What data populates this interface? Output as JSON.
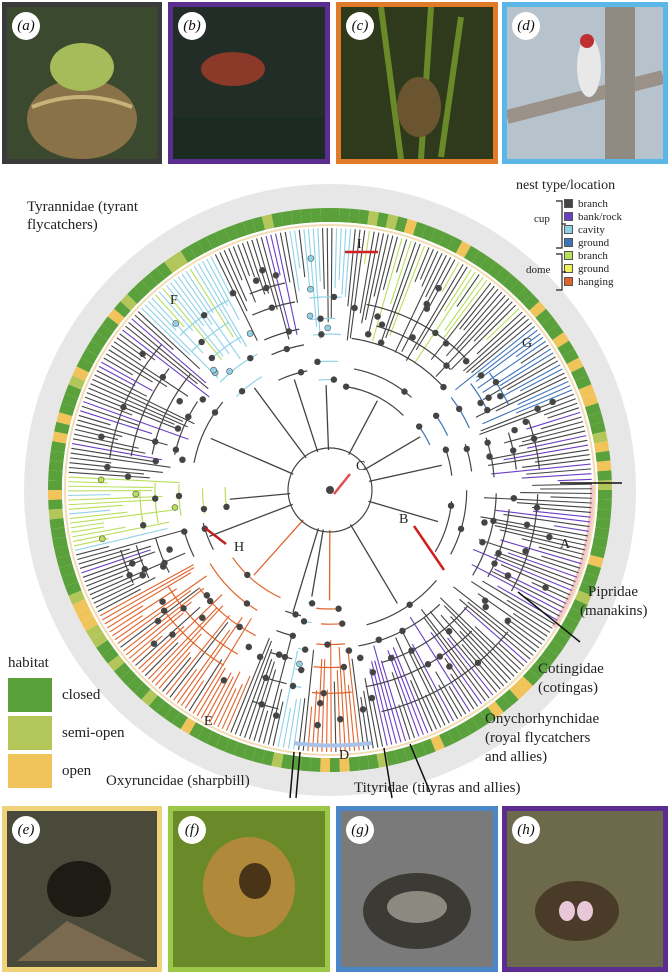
{
  "top_photos": [
    {
      "label": "(a)",
      "border": "#3a3a3a"
    },
    {
      "label": "(b)",
      "border": "#5b2d91"
    },
    {
      "label": "(c)",
      "border": "#e07b2a"
    },
    {
      "label": "(d)",
      "border": "#5ab7e8"
    }
  ],
  "bottom_photos": [
    {
      "label": "(e)",
      "border": "#f0d27a"
    },
    {
      "label": "(f)",
      "border": "#9cc84a"
    },
    {
      "label": "(g)",
      "border": "#4a86c8"
    },
    {
      "label": "(h)",
      "border": "#5b2d91"
    }
  ],
  "nest_legend": {
    "title": "nest type/location",
    "groups": [
      {
        "name": "cup",
        "items": [
          {
            "label": "branch",
            "color": "#444444"
          },
          {
            "label": "bank/rock",
            "color": "#6a3fc4"
          },
          {
            "label": "cavity",
            "color": "#8fd2e8"
          },
          {
            "label": "ground",
            "color": "#3d73b8"
          }
        ]
      },
      {
        "name": "dome",
        "items": [
          {
            "label": "branch",
            "color": "#b8df5a"
          },
          {
            "label": "ground",
            "color": "#f3f05a"
          },
          {
            "label": "hanging",
            "color": "#e0632a"
          }
        ]
      }
    ]
  },
  "habitat_legend": {
    "title": "habitat",
    "items": [
      {
        "label": "closed",
        "color": "#5aa13c"
      },
      {
        "label": "semi-open",
        "color": "#b2c65a"
      },
      {
        "label": "open",
        "color": "#f0c45a"
      }
    ]
  },
  "families": {
    "tyrannidae": "Tyrannidae (tyrant flycatchers)",
    "pipridae_1": "Pipridae",
    "pipridae_2": "(manakins)",
    "cotingidae_1": "Cotingidae",
    "cotingidae_2": "(cotingas)",
    "onychorhynchidae_1": "Onychorhynchidae",
    "onychorhynchidae_2": "(royal flycatchers",
    "onychorhynchidae_3": "and allies)",
    "oxyruncidae": "Oxyruncidae (sharpbill)",
    "tityridae": "Tityridae (tityras and allies)"
  },
  "clade_labels": {
    "A": "A",
    "B": "B",
    "C": "C",
    "D": "D",
    "E": "E",
    "F": "F",
    "G": "G",
    "H": "H",
    "I": "I"
  }
}
